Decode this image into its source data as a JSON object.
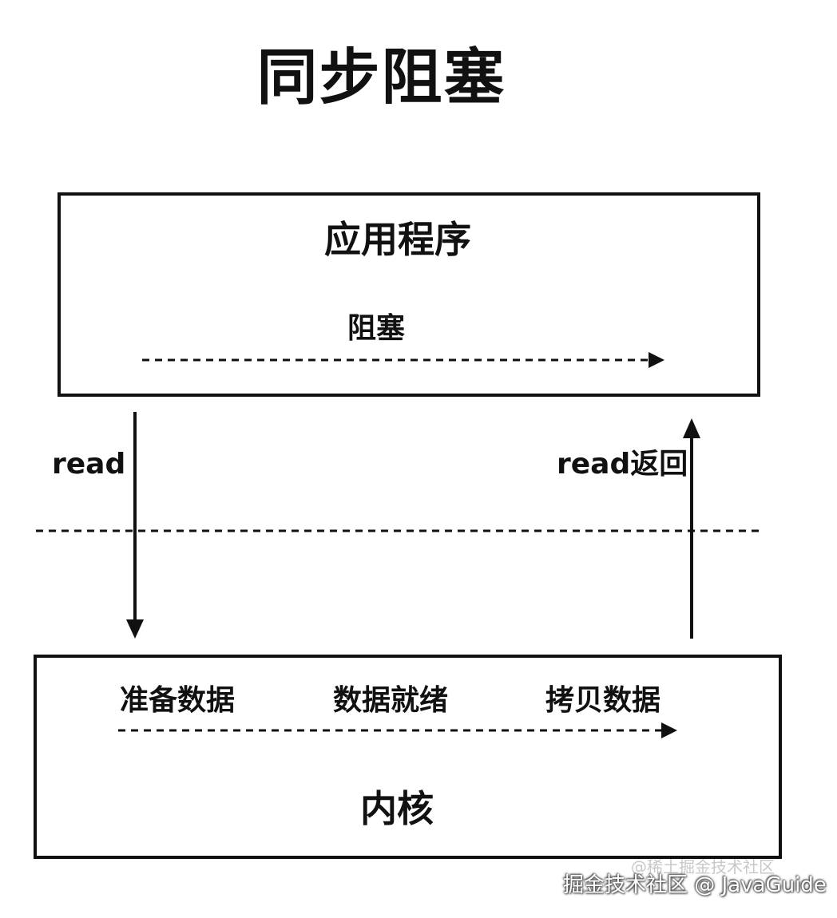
{
  "title": "同步阻塞",
  "application": {
    "label": "应用程序",
    "blocking_label": "阻塞"
  },
  "kernel": {
    "label": "内核",
    "steps": [
      "准备数据",
      "数据就绪",
      "拷贝数据"
    ]
  },
  "calls": {
    "read": "read",
    "read_return": "read返回"
  },
  "watermark": {
    "faint": "@稀土掘金技术社区",
    "main": "掘金技术社区 @ JavaGuide"
  }
}
